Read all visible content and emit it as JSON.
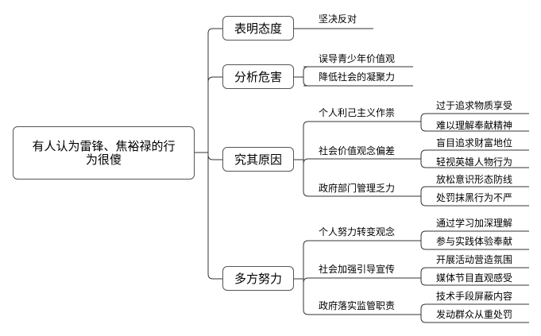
{
  "root": "有人认为雷锋、焦裕禄的行为很傻",
  "branches": [
    {
      "title": "表明态度",
      "children": [
        {
          "label": "坚决反对"
        }
      ]
    },
    {
      "title": "分析危害",
      "children": [
        {
          "label": "误导青少年价值观"
        },
        {
          "label": "降低社会的凝聚力"
        }
      ]
    },
    {
      "title": "究其原因",
      "children": [
        {
          "label": "个人利己主义作祟",
          "leaves": [
            "过于追求物质享受",
            "难以理解奉献精神"
          ]
        },
        {
          "label": "社会价值观念偏差",
          "leaves": [
            "盲目追求财富地位",
            "轻视英雄人物行为"
          ]
        },
        {
          "label": "政府部门管理乏力",
          "leaves": [
            "放松意识形态防线",
            "处罚抹黑行为不严"
          ]
        }
      ]
    },
    {
      "title": "多方努力",
      "children": [
        {
          "label": "个人努力转变观念",
          "leaves": [
            "通过学习加深理解",
            "参与实践体验奉献"
          ]
        },
        {
          "label": "社会加强引导宣传",
          "leaves": [
            "开展活动营造氛围",
            "媒体节目直观感受"
          ]
        },
        {
          "label": "政府落实监管职责",
          "leaves": [
            "技术手段屏蔽内容",
            "发动群众从重处罚"
          ]
        }
      ]
    }
  ]
}
